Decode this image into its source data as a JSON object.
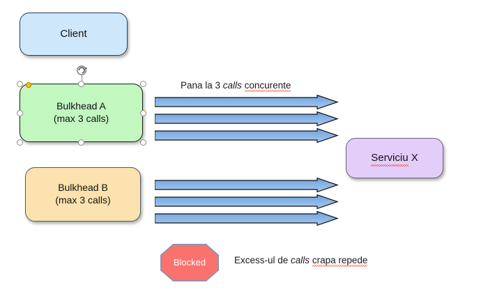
{
  "diagram": {
    "title": "Bulkhead pattern diagram",
    "background": "#ffffff",
    "nodes": {
      "client": {
        "label": "Client",
        "fill": "#cfe7fa",
        "border": "#2e3d4c",
        "shape": "rounded-rectangle"
      },
      "bulkhead_a": {
        "line1": "Bulkhead A",
        "line2": "(max 3 calls)",
        "fill": "#c2f7c0",
        "border": "#1a1a1a",
        "shape": "rounded-rectangle",
        "selected": true
      },
      "bulkhead_b": {
        "line1": "Bulkhead B",
        "line2": "(max 3 calls)",
        "fill": "#fbe2ae",
        "border": "#4f5b66",
        "shape": "rounded-rectangle"
      },
      "service_x": {
        "label": "Serviciu X",
        "label_misspelled": "Serviciu",
        "label_rest": " X",
        "fill": "#e3cdf9",
        "border": "#6b5f7a",
        "shape": "rounded-rectangle"
      },
      "blocked": {
        "label": "Blocked",
        "fill": "#f9726e",
        "border": "#7e96be",
        "text_color": "#ffffff",
        "shape": "octagon"
      }
    },
    "labels": {
      "concurrent_calls": {
        "part1": "Pana la 3 ",
        "italic": "calls",
        "part3": " ",
        "misspelled": "concurente",
        "full": "Pana la 3 calls concurente"
      },
      "excess_calls": {
        "part1": "Excess-ul de ",
        "italic": "calls",
        "part3": " ",
        "misspelled": "crapa repede",
        "full": "Excess-ul de calls crapa repede"
      }
    },
    "arrows": {
      "fill_top": "#6a9bd8",
      "fill_bottom": "#9cc0ea",
      "stroke": "#111111",
      "top_group_count": 3,
      "bottom_group_count": 3,
      "direction": "right"
    },
    "selection": {
      "handle_fill": "#ffffff",
      "handle_border": "#8a8a8a",
      "adjust_handle_fill": "#ffc000",
      "rotate_icon": "rotate-icon"
    }
  }
}
